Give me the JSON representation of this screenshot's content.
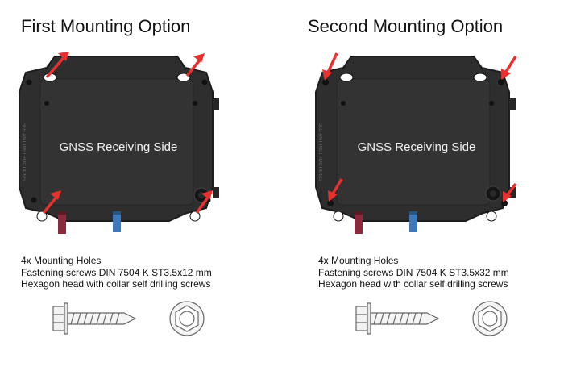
{
  "panels": [
    {
      "title": "First Mounting Option",
      "device_label": "GNSS Receiving Side",
      "side_print": "SEE ANT INSTRUCTIONS",
      "spec_lines": [
        "4x Mounting Holes",
        "Fastening screws DIN 7504 K ST3.5x12 mm",
        "Hexagon head with collar self drilling screws"
      ]
    },
    {
      "title": "Second Mounting Option",
      "device_label": "GNSS Receiving Side",
      "side_print": "SEE ANT INSTRUCTIONS",
      "spec_lines": [
        "4x Mounting Holes",
        "Fastening screws DIN 7504 K ST3.5x32 mm",
        "Hexagon head with collar self drilling screws"
      ]
    }
  ],
  "colors": {
    "housing": "#2e2e2e",
    "housing_edge": "#1c1c1c",
    "arrow": "#e8312f",
    "connector_red": "#8a2a3a",
    "connector_blue": "#3d78b8",
    "text": "#111111"
  },
  "icons": {
    "screw": "self-drilling-hex-screw-icon",
    "screw_head": "hex-head-top-view-icon",
    "arrow": "red-arrow-icon"
  }
}
